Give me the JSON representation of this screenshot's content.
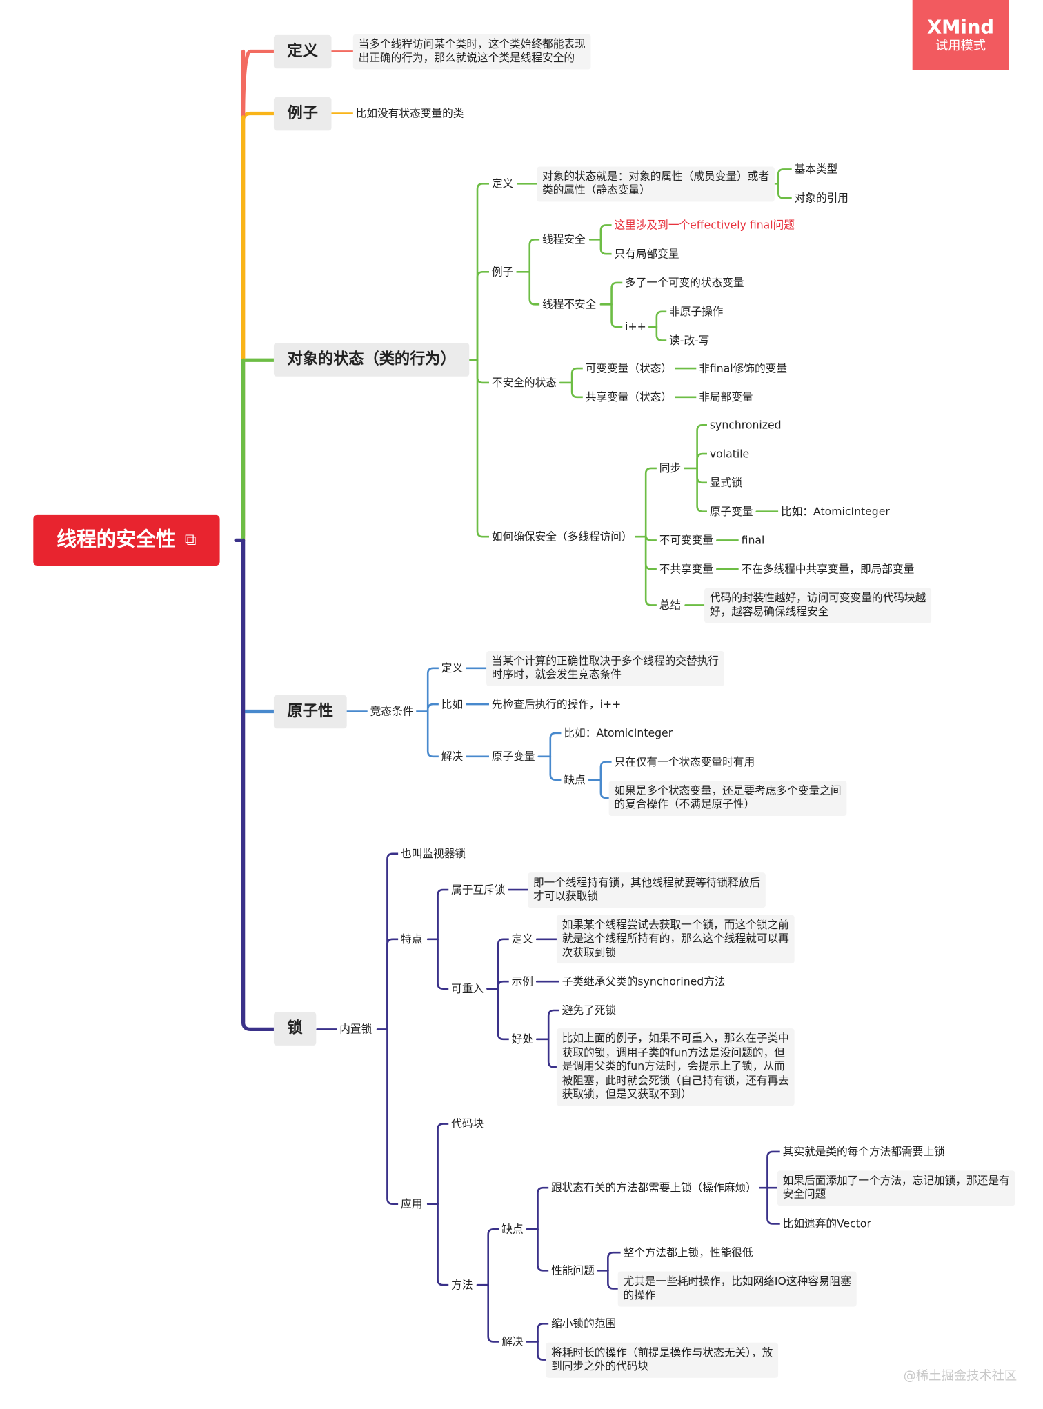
{
  "root": "线程的安全性",
  "watermark": {
    "brand": "XMind",
    "mode": "试用模式"
  },
  "credit": "@稀土掘金技术社区",
  "colors": {
    "root": "#e8242f",
    "b1": "#f26b60",
    "b2": "#f9b418",
    "b3": "#6dbd45",
    "b4": "#4889cd",
    "b5": "#3a3189"
  },
  "n": {
    "b1": "定义",
    "b1d": "当多个线程访问某个类时，这个类始终都能表现\n出正确的行为，那么就说这个类是线程安全的",
    "b2": "例子",
    "b2d": "比如没有状态变量的类",
    "b3": "对象的状态（类的行为）",
    "s_def": "定义",
    "s_defd": "对象的状态就是：对象的属性（成员变量）或者\n类的属性（静态变量）",
    "s_basic": "基本类型",
    "s_ref": "对象的引用",
    "s_ex": "例子",
    "s_safe": "线程安全",
    "s_eff": "这里涉及到一个effectively final问题",
    "s_local": "只有局部变量",
    "s_unsafe": "线程不安全",
    "s_mut": "多了一个可变的状态变量",
    "s_ipp": "i++",
    "s_nonatomic": "非原子操作",
    "s_rmw": "读-改-写",
    "s_us": "不安全的状态",
    "s_mv": "可变变量（状态）",
    "s_nf": "非final修饰的变量",
    "s_sv": "共享变量（状态）",
    "s_nl": "非局部变量",
    "s_how": "如何确保安全（多线程访问）",
    "s_sync": "同步",
    "s_synchronized": "synchronized",
    "s_volatile": "volatile",
    "s_explicit": "显式锁",
    "s_atomic": "原子变量",
    "s_atomic_eg": "比如：AtomicInteger",
    "s_immut": "不可变变量",
    "s_final": "final",
    "s_noshare": "不共享变量",
    "s_noshare_d": "不在多线程中共享变量，即局部变量",
    "s_sum": "总结",
    "s_sum_d": "代码的封装性越好，访问可变变量的代码块越\n好，越容易确保线程安全",
    "b4": "原子性",
    "a_rc": "竞态条件",
    "a_def": "定义",
    "a_defd": "当某个计算的正确性取决于多个线程的交替执行\n时序时，就会发生竞态条件",
    "a_eg": "比如",
    "a_egd": "先检查后执行的操作，i++",
    "a_sol": "解决",
    "a_av": "原子变量",
    "a_av_eg": "比如：AtomicInteger",
    "a_cons": "缺点",
    "a_c1": "只在仅有一个状态变量时有用",
    "a_c2": "如果是多个状态变量，还是要考虑多个变量之间\n的复合操作（不满足原子性）",
    "b5": "锁",
    "l_in": "内置锁",
    "l_mon": "也叫监视器锁",
    "l_feat": "特点",
    "l_mutex": "属于互斥锁",
    "l_mutex_d": "即一个线程持有锁，其他线程就要等待锁释放后\n才可以获取锁",
    "l_re": "可重入",
    "l_re_def": "定义",
    "l_re_defd": "如果某个线程尝试去获取一个锁，而这个锁之前\n就是这个线程所持有的，那么这个线程就可以再\n次获取到锁",
    "l_re_ex": "示例",
    "l_re_exd": "子类继承父类的synchorined方法",
    "l_re_ben": "好处",
    "l_re_b1": "避免了死锁",
    "l_re_b2": "比如上面的例子，如果不可重入，那么在子类中\n获取的锁，调用子类的fun方法是没问题的，但\n是调用父类的fun方法时，会提示上了锁，从而\n被阻塞，此时就会死锁（自己持有锁，还有再去\n获取锁，但是又获取不到）",
    "l_app": "应用",
    "l_blk": "代码块",
    "l_meth": "方法",
    "l_cons": "缺点",
    "l_c1": "跟状态有关的方法都需要上锁（操作麻烦）",
    "l_c1a": "其实就是类的每个方法都需要上锁",
    "l_c1b": "如果后面添加了一个方法，忘记加锁，那还是有\n安全问题",
    "l_c1c": "比如遗弃的Vector",
    "l_c2": "性能问题",
    "l_c2a": "整个方法都上锁，性能很低",
    "l_c2b": "尤其是一些耗时操作，比如网络IO这种容易阻塞\n的操作",
    "l_sol": "解决",
    "l_s1": "缩小锁的范围",
    "l_s2": "将耗时长的操作（前提是操作与状态无关），放\n到同步之外的代码块"
  }
}
